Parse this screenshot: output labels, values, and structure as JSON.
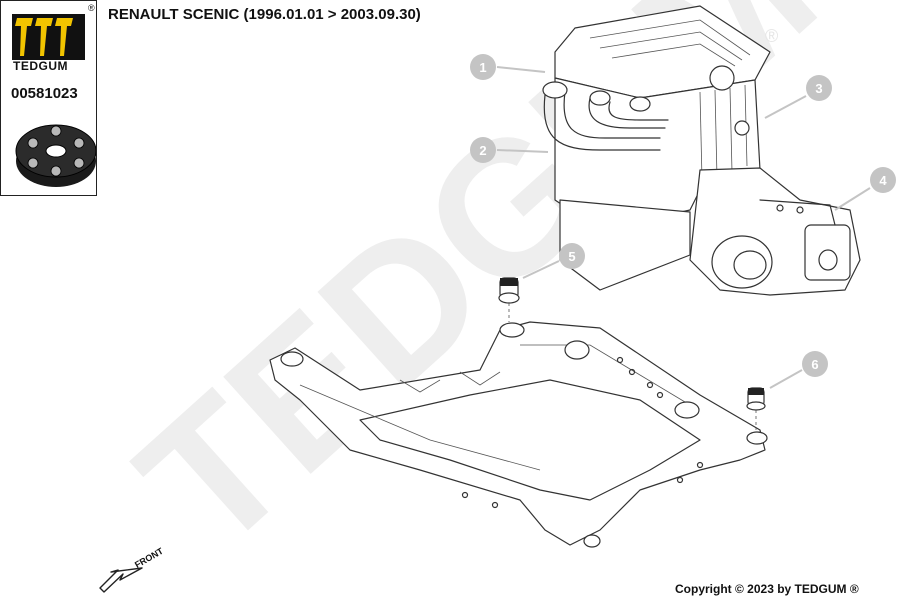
{
  "title": "RENAULT SCENIC (1996.01.01 > 2003.09.30)",
  "brand": {
    "name": "TEDGUM",
    "reg": "®"
  },
  "part_number": "00581023",
  "watermark": "TEDGUM",
  "watermark_reg": "®",
  "front_label": "FRONT",
  "copyright": "Copyright © 2023 by TEDGUM ®",
  "callouts": [
    "1",
    "2",
    "3",
    "4",
    "5",
    "6"
  ],
  "colors": {
    "callout": "#c4c4c4",
    "watermark": "#eeeeee",
    "ink": "#333333"
  }
}
